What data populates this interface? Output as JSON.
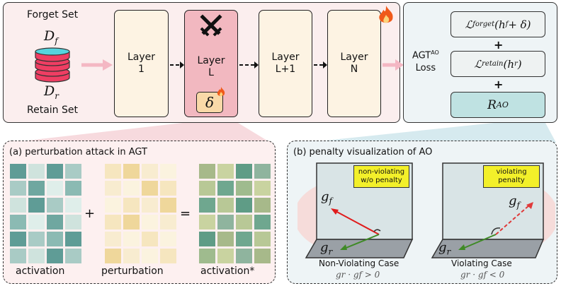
{
  "top": {
    "forget_set_label": "Forget Set",
    "retain_set_label": "Retain Set",
    "df_symbol": "D",
    "df_sub": "f",
    "dr_symbol": "D",
    "dr_sub": "r",
    "layers": [
      {
        "line1": "Layer",
        "line2": "1"
      },
      {
        "line1": "Layer",
        "line2": "L"
      },
      {
        "line1": "Layer",
        "line2": "L+1"
      },
      {
        "line1": "Layer",
        "line2": "N"
      }
    ],
    "delta_symbol": "δ"
  },
  "loss": {
    "label_line1": "AGT",
    "label_sup": "AO",
    "label_line2": "Loss",
    "terms": [
      "𝓛forget(hf + δ)",
      "𝓛retain(hr)",
      "RAO"
    ],
    "forget_main": "ℒ",
    "forget_sub": "forget",
    "forget_arg": "(h",
    "forget_arg_sub": "f",
    "forget_arg_tail": " + δ)",
    "retain_main": "ℒ",
    "retain_sub": "retain",
    "retain_arg": "(h",
    "retain_arg_sub": "r",
    "retain_arg_tail": ")",
    "rao_main": "R",
    "rao_sub": "AO",
    "plus": "+"
  },
  "panel_a": {
    "title": "(a) perturbation attack in AGT",
    "plus": "+",
    "equals": "=",
    "label_activation": "activation",
    "label_perturbation": "perturbation",
    "label_activation_star": "activation*",
    "activation_colors": [
      "#5f9c96",
      "#cfe3dd",
      "#5f9c96",
      "#a9cbc5",
      "#a9cbc5",
      "#6fa7a0",
      "#dfeeea",
      "#8bbab3",
      "#cfe3dd",
      "#5f9c96",
      "#a9cbc5",
      "#dfeeea",
      "#8bbab3",
      "#dfeeea",
      "#6fa7a0",
      "#cfe3dd",
      "#5f9c96",
      "#a9cbc5",
      "#8bbab3",
      "#5f9c96",
      "#a9cbc5",
      "#cfe3dd",
      "#5f9c96",
      "#a9cbc5"
    ],
    "perturbation_colors": [
      "#f6e6bf",
      "#efd79b",
      "#f8ecd0",
      "#fbf3df",
      "#f8ecd0",
      "#fbf3df",
      "#efd79b",
      "#f6e6bf",
      "#fbf3df",
      "#f6e6bf",
      "#f8ecd0",
      "#efd79b",
      "#f6e6bf",
      "#efd79b",
      "#fbf3df",
      "#f8ecd0",
      "#f8ecd0",
      "#fbf3df",
      "#f6e6bf",
      "#fbf3df",
      "#efd79b",
      "#f8ecd0",
      "#fbf3df",
      "#f6e6bf"
    ],
    "activation_star_colors": [
      "#a7b98a",
      "#c9d3a0",
      "#5f9c86",
      "#8fb49e",
      "#b8c896",
      "#6fa78f",
      "#9fbb8e",
      "#c9d3a0",
      "#6fa78f",
      "#b8c896",
      "#5f9c86",
      "#a7b98a",
      "#c9d3a0",
      "#8fb49e",
      "#b8c896",
      "#6fa78f",
      "#5f9c86",
      "#a7b98a",
      "#6fa78f",
      "#b8c896",
      "#9fbb8e",
      "#c9d3a0",
      "#8fb49e",
      "#a7b98a"
    ]
  },
  "panel_b": {
    "title": "(b) penalty visualization of AO",
    "left_tag": "non-violating w/o penalty",
    "right_tag": "violating penalty",
    "left_caption": "Non-Violating Case",
    "right_caption": "Violating Case",
    "left_formula": "gr · gf > 0",
    "right_formula": "gr · gf < 0",
    "gf": "g",
    "gf_sub": "f",
    "gr": "g",
    "gr_sub": "r"
  },
  "colors": {
    "top_bg": "#fbeeee",
    "loss_bg": "#eef4f6",
    "layer_bg": "#fdf3e3",
    "highlight_layer": "#f2b8c0",
    "arrow_pink": "#f4b7c3",
    "panel_a_bg": "#fdf0f0",
    "panel_b_bg": "#eef4f6",
    "gf_red": "#e01c1c",
    "gr_green": "#3f8a26",
    "tag_yellow": "#f3f02a"
  },
  "icons": [
    "database-icon",
    "crossed-swords-icon",
    "flame-icon"
  ]
}
